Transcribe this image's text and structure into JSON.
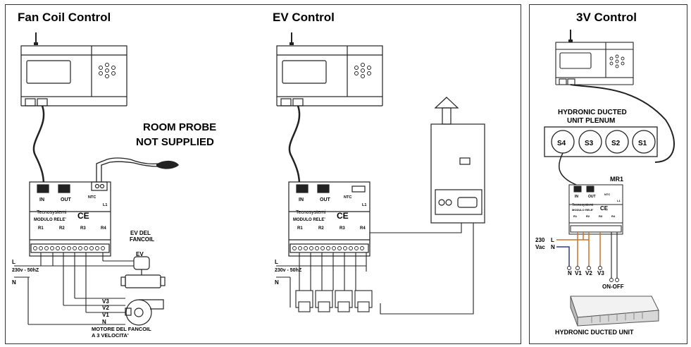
{
  "panels": {
    "fan_coil": {
      "title": "Fan Coil Control",
      "probe_label_1": "ROOM PROBE",
      "probe_label_2": "NOT SUPPLIED",
      "valve_label_1": "EV DEL",
      "valve_label_2": "FANCOIL",
      "valve_tag": "EV",
      "motor_label_1": "MOTORE DEL FANCOIL",
      "motor_label_2": "A 3 VELOCITA'",
      "speed_wires": [
        "V3",
        "V2",
        "V1",
        "N"
      ],
      "line_L": "L",
      "line_N": "N",
      "supply": "230v - 50hZ"
    },
    "ev": {
      "title": "EV Control",
      "line_L": "L",
      "line_N": "N",
      "supply": "230v - 50hZ"
    },
    "three_v": {
      "title": "3V Control",
      "plenum_label_1": "HYDRONIC DUCTED",
      "plenum_label_2": "UNIT PLENUM",
      "plenum_ports": [
        "S4",
        "S3",
        "S2",
        "S1"
      ],
      "relay_tag": "MR1",
      "supply_1": "230",
      "supply_2": "Vac",
      "supply_L": "L",
      "supply_N": "N",
      "terminals": [
        "N",
        "V1",
        "V2",
        "V3"
      ],
      "onoff": "ON-OFF",
      "unit_label": "HYDRONIC DUCTED UNIT"
    }
  },
  "module": {
    "in_label": "IN",
    "out_label": "OUT",
    "ntc_label": "NTC",
    "l1_label": "L1",
    "brand": "Tecnosystemi",
    "model": "MODULO RELE'",
    "ce": "CE",
    "relays": [
      "R1",
      "R2",
      "R3",
      "R4"
    ]
  },
  "colors": {
    "brown_wire": "#c8732a",
    "blue_wire": "#2d3b8c",
    "line": "#222222"
  }
}
